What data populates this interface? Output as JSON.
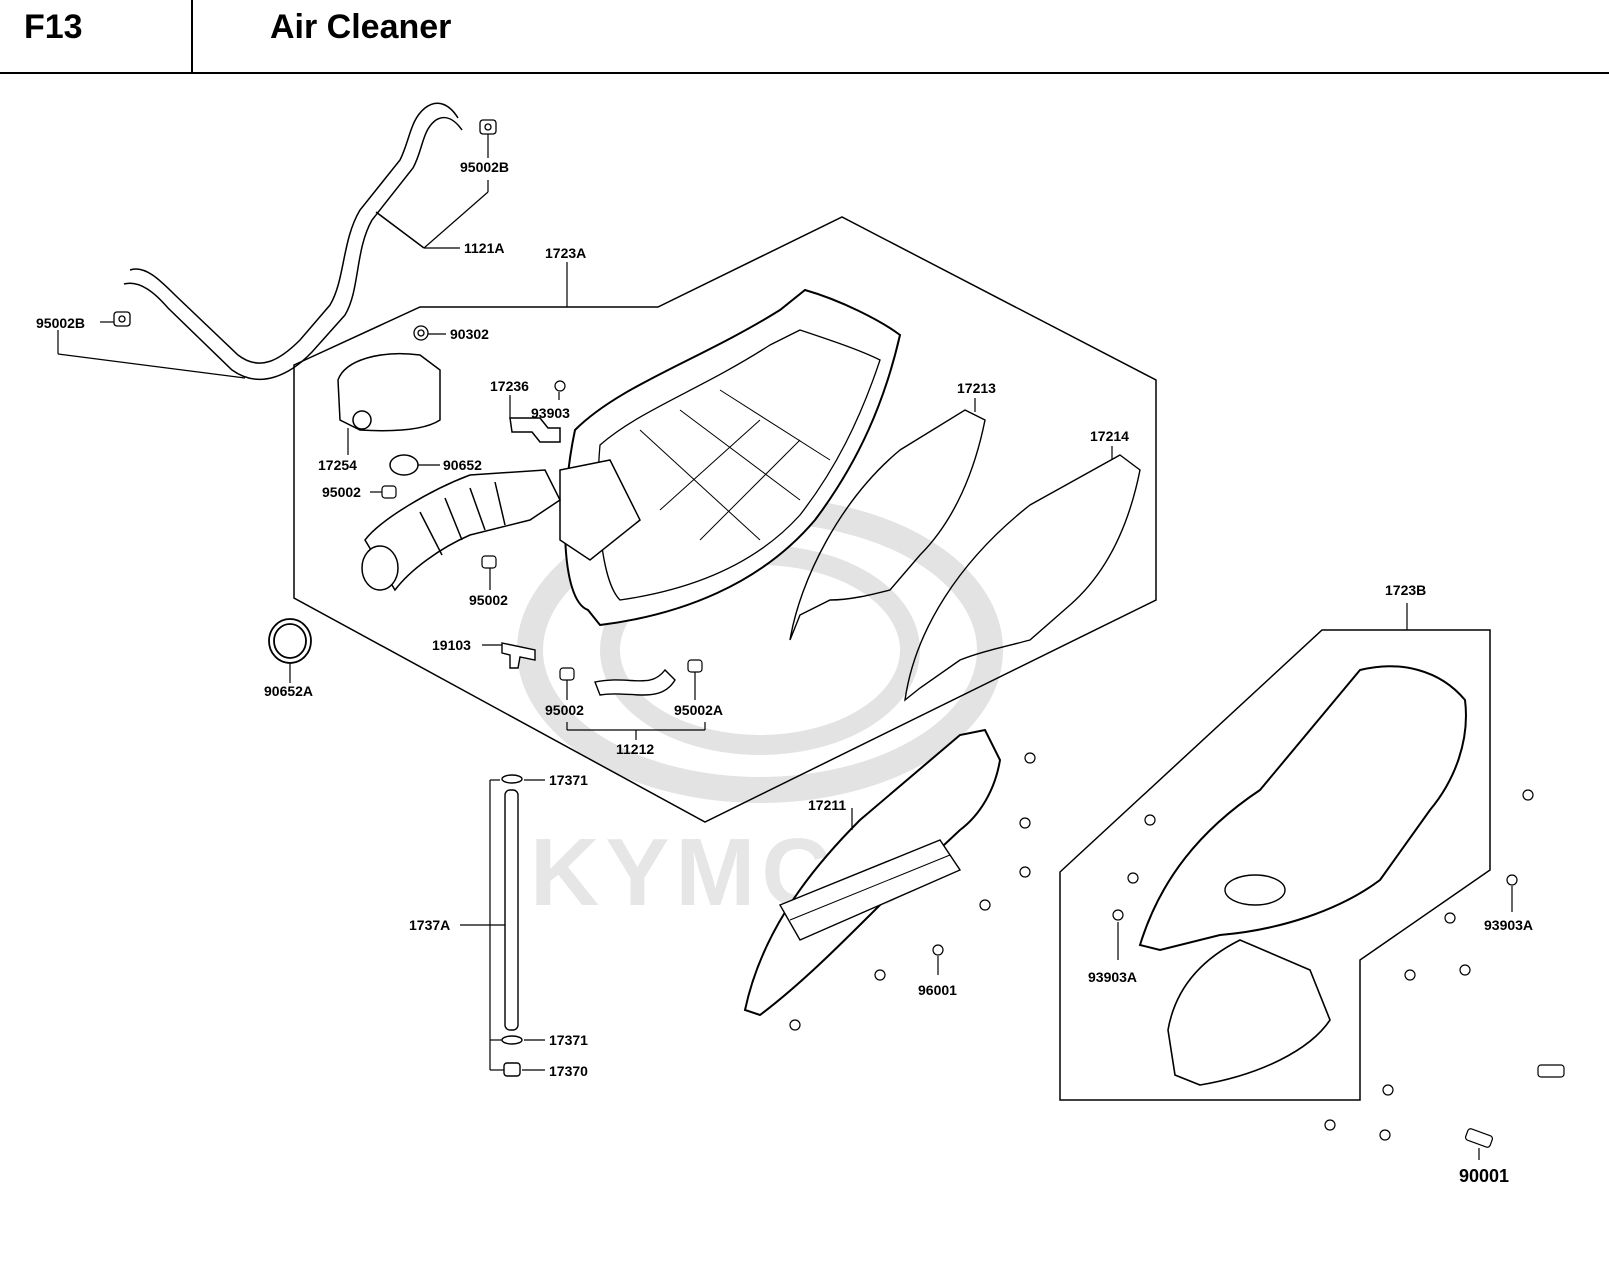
{
  "header": {
    "code": "F13",
    "title": "Air Cleaner"
  },
  "watermark": {
    "text": "KYMCO",
    "color": "#e6e6e6"
  },
  "labels": {
    "p95002B_top": "95002B",
    "p1121A": "1121A",
    "p1723A": "1723A",
    "p95002B_left": "95002B",
    "p90302": "90302",
    "p17236": "17236",
    "p93903": "93903",
    "p17213": "17213",
    "p17214": "17214",
    "p17254": "17254",
    "p90652": "90652",
    "p95002_a": "95002",
    "p95002_b": "95002",
    "p19103": "19103",
    "p90652A": "90652A",
    "p95002_c": "95002",
    "p95002A": "95002A",
    "p11212": "11212",
    "p1723B": "1723B",
    "p17371_top": "17371",
    "p17211": "17211",
    "p1737A": "1737A",
    "p17371_bot": "17371",
    "p17370": "17370",
    "p96001": "96001",
    "p93903A_left": "93903A",
    "p93903A_right": "93903A",
    "p90001": "90001"
  }
}
